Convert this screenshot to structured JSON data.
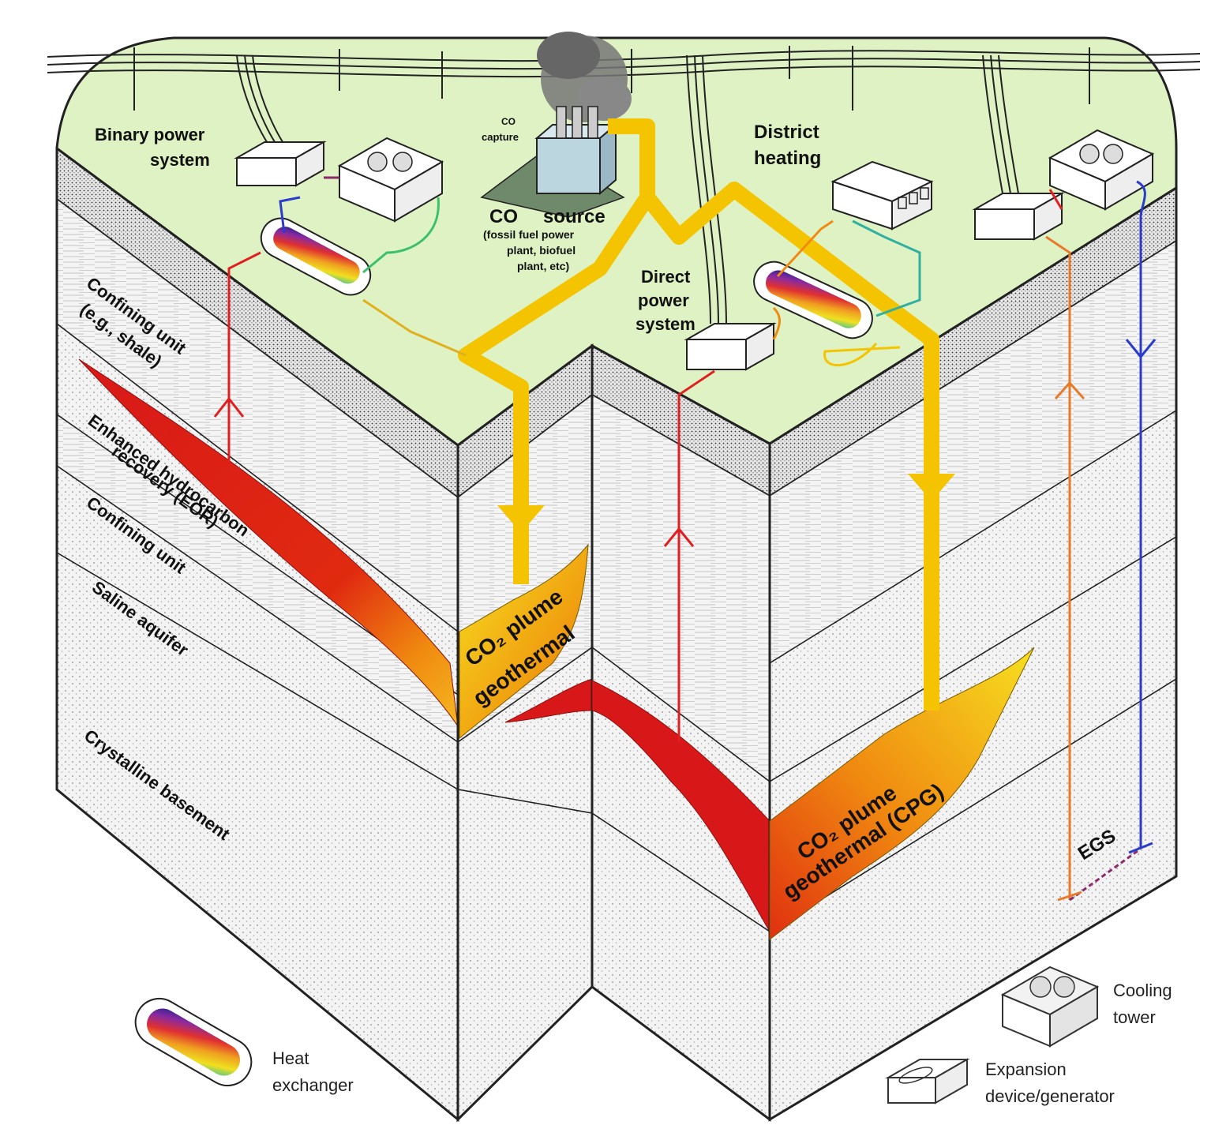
{
  "labels": {
    "binary_power_1": "Binary power",
    "binary_power_2": "system",
    "co2_capture_1": "CO",
    "co2_capture_2": "capture",
    "co2_source_1": "CO",
    "co2_source_1b": "source",
    "co2_source_2": "(fossil fuel power",
    "co2_source_3": "plant, biofuel",
    "co2_source_4": "plant, etc)",
    "district_heating_1": "District",
    "district_heating_2": "heating",
    "direct_power_1": "Direct",
    "direct_power_2": "power",
    "direct_power_3": "system",
    "confining_unit_shale_1": "Confining unit",
    "confining_unit_shale_2": "(e.g., shale)",
    "eor_1": "Enhanced hydrocarbon",
    "eor_2": "recovery (EOR)",
    "confining_unit": "Confining unit",
    "saline_aquifer": "Saline aquifer",
    "crystalline_basement": "Crystalline basement",
    "co2_plume_left_1": "CO₂ plume",
    "co2_plume_left_2": "geothermal",
    "cpg_1": "CO₂ plume",
    "cpg_2": "geothermal (CPG)",
    "egs": "EGS"
  },
  "legend": {
    "heat_exchanger_1": "Heat",
    "heat_exchanger_2": "exchanger",
    "cooling_tower_1": "Cooling",
    "cooling_tower_2": "tower",
    "expansion_1": "Expansion",
    "expansion_2": "device/generator"
  },
  "colors": {
    "surface": "#dff2c4",
    "co2_flow": "#f5c400",
    "hot_fluid": "#e02020",
    "cold_fluid": "#2a3ccc",
    "plume_orange": "#f08a10",
    "egs_orange": "#e87a2a",
    "return_green": "#3cc06a"
  }
}
